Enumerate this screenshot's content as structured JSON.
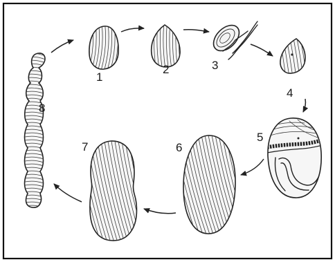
{
  "stages": [
    {
      "id": "stage-1",
      "label": "1"
    },
    {
      "id": "stage-2",
      "label": "2"
    },
    {
      "id": "stage-3",
      "label": "3"
    },
    {
      "id": "stage-4",
      "label": "4"
    },
    {
      "id": "stage-5",
      "label": "5"
    },
    {
      "id": "stage-6",
      "label": "6"
    },
    {
      "id": "stage-7",
      "label": "7"
    },
    {
      "id": "stage-8",
      "label": "8"
    }
  ],
  "colors": {
    "frame": "#111111",
    "ink": "#222222",
    "background": "#ffffff"
  }
}
